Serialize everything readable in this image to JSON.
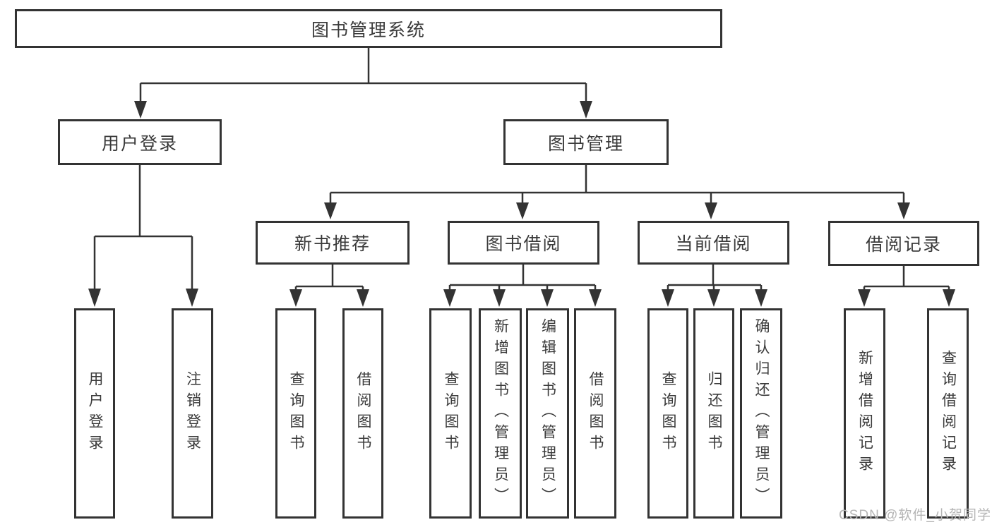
{
  "diagram_title": "图书管理系统",
  "tree": {
    "root": {
      "label": "图书管理系统",
      "children": [
        {
          "label": "用户登录",
          "children": [
            {
              "label": "用户登录"
            },
            {
              "label": "注销登录"
            }
          ]
        },
        {
          "label": "图书管理",
          "children": [
            {
              "label": "新书推荐",
              "children": [
                {
                  "label": "查询图书"
                },
                {
                  "label": "借阅图书"
                }
              ]
            },
            {
              "label": "图书借阅",
              "children": [
                {
                  "label": "查询图书"
                },
                {
                  "label": "新增图书（管理员）"
                },
                {
                  "label": "编辑图书（管理员）"
                },
                {
                  "label": "借阅图书"
                }
              ]
            },
            {
              "label": "当前借阅",
              "children": [
                {
                  "label": "查询图书"
                },
                {
                  "label": "归还图书"
                },
                {
                  "label": "确认归还（管理员）"
                }
              ]
            },
            {
              "label": "借阅记录",
              "children": [
                {
                  "label": "新增借阅记录"
                },
                {
                  "label": "查询借阅记录"
                }
              ]
            }
          ]
        }
      ]
    }
  },
  "watermark": {
    "text": "CSDN @软件_小贺同学"
  },
  "colors": {
    "line": "#333333",
    "box_border": "#333333",
    "text": "#3a3a3a",
    "watermark": "#b5b5b5",
    "background": "#ffffff"
  }
}
